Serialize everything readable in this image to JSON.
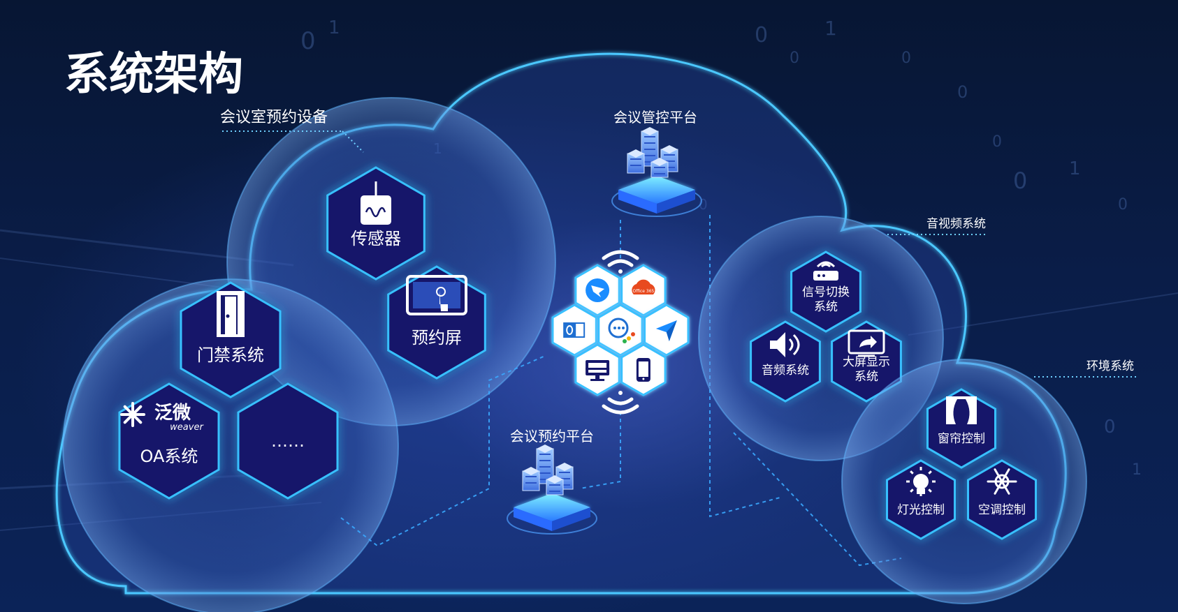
{
  "page": {
    "title": "系统架构"
  },
  "colors": {
    "hex_fill": "#15176a",
    "hex_glow": "#39c0ff",
    "cloud_stroke": "#4cc8ff",
    "node_white": "#ffffff",
    "app_blue": "#1a8cff"
  },
  "groups": {
    "booking_devices": {
      "label": "会议室预约设备",
      "items": [
        {
          "label": "传感器",
          "icon": "sensor-icon"
        },
        {
          "label": "预约屏",
          "icon": "touch-screen-icon"
        },
        {
          "label": "门禁系统",
          "icon": "door-icon"
        },
        {
          "label": "OA系统",
          "icon": "weaver-logo"
        },
        {
          "label": "……",
          "icon": "none"
        }
      ],
      "oa_logo": {
        "cn": "泛微",
        "en": "weaver"
      }
    },
    "control_platform": {
      "label": "会议管控平台",
      "icon": "server-stack-icon"
    },
    "booking_platform": {
      "label": "会议预约平台",
      "icon": "server-stack-icon"
    },
    "center_apps": {
      "icons": [
        "dingtalk-icon",
        "office365-icon",
        "outlook-icon",
        "chat-app-icon",
        "send-app-icon",
        "desktop-icon",
        "mobile-icon"
      ],
      "office_text": "Office 365"
    },
    "av_system": {
      "label": "音视频系统",
      "items": [
        {
          "label_lines": [
            "信号切换",
            "系统"
          ],
          "icon": "router-icon"
        },
        {
          "label_lines": [
            "音频系统"
          ],
          "icon": "speaker-icon"
        },
        {
          "label_lines": [
            "大屏显示",
            "系统"
          ],
          "icon": "display-share-icon"
        }
      ]
    },
    "env_system": {
      "label": "环境系统",
      "items": [
        {
          "label": "窗帘控制",
          "icon": "curtain-icon"
        },
        {
          "label": "灯光控制",
          "icon": "light-bulb-icon"
        },
        {
          "label": "空调控制",
          "icon": "snowflake-icon"
        }
      ]
    }
  }
}
